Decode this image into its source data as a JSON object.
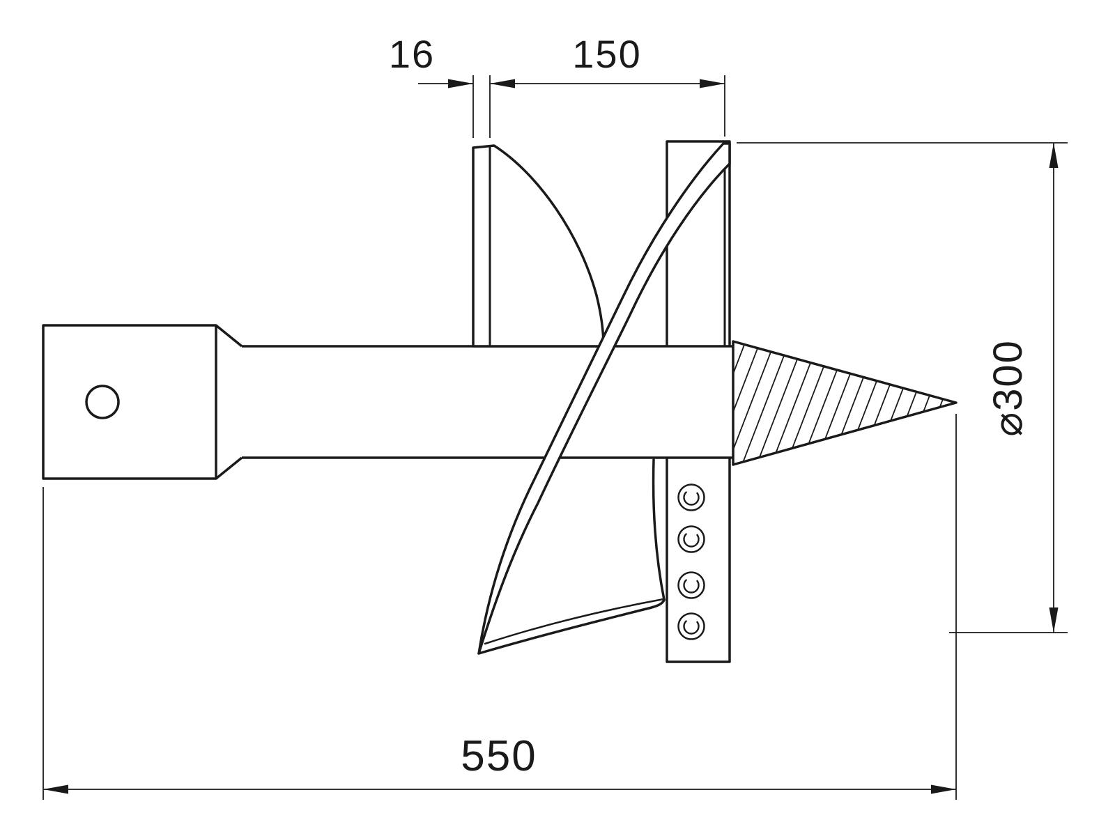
{
  "colors": {
    "ink": "#1a1a1a",
    "paper": "#ffffff"
  },
  "dimensions": {
    "flight_thickness": {
      "label": "16"
    },
    "flight_pitch": {
      "label": "150"
    },
    "auger_diameter": {
      "label": "⌀300"
    },
    "overall_length": {
      "label": "550"
    }
  }
}
